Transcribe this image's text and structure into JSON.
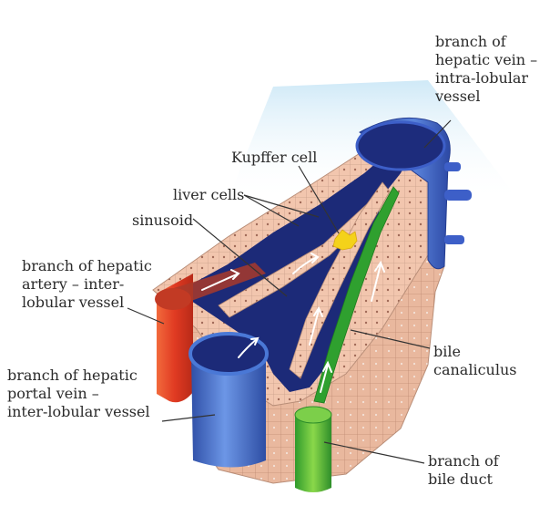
{
  "labels": {
    "hepatic_vein": "branch of\nhepatic vein –\nintra-lobular\nvessel",
    "kupffer_cell": "Kupffer cell",
    "liver_cells": "liver cells",
    "sinusoid": "sinusoid",
    "hepatic_artery": "branch of hepatic\nartery – inter-\nlobular vessel",
    "portal_vein": "branch of hepatic\nportal vein –\ninter-lobular vessel",
    "bile_canaliculus": "bile\ncanaliculus",
    "bile_duct": "branch of\nbile duct"
  },
  "colors": {
    "hepatocyte": "#f2c6ae",
    "hepatocyte_edge": "#b98e78",
    "sinusoid": "#1c2a78",
    "hepatic_vein": "#3d5fc8",
    "portal_vein": "#4a78d6",
    "artery": "#e8442a",
    "bile": "#3cb43c",
    "kupffer": "#f4d21a",
    "light_beam": "#d4ecf8"
  }
}
